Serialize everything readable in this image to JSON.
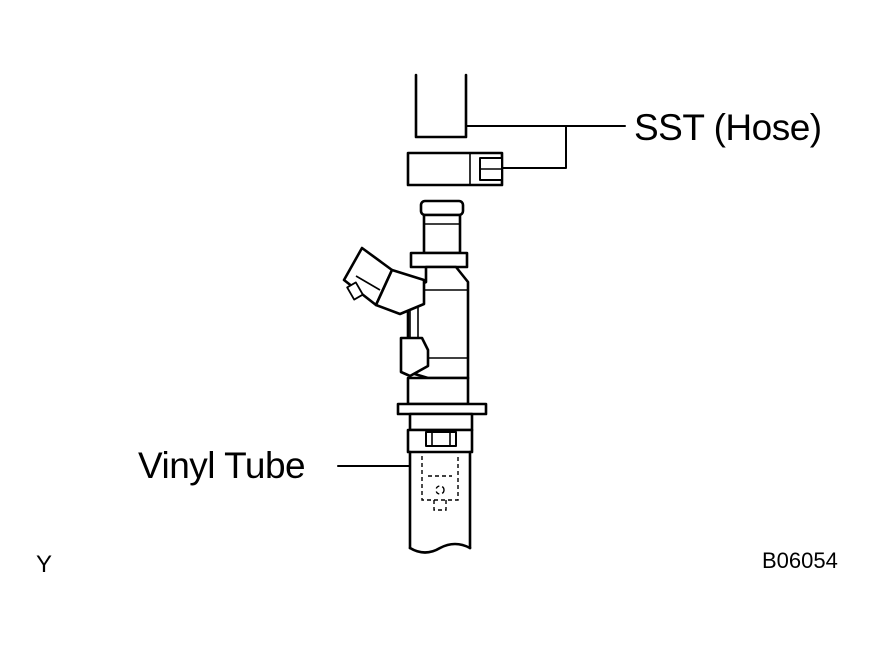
{
  "labels": {
    "sst_hose": "SST (Hose)",
    "vinyl_tube": "Vinyl Tube",
    "view_letter": "Y",
    "figure_code": "B06054"
  },
  "colors": {
    "ink": "#000000",
    "background": "#ffffff"
  }
}
